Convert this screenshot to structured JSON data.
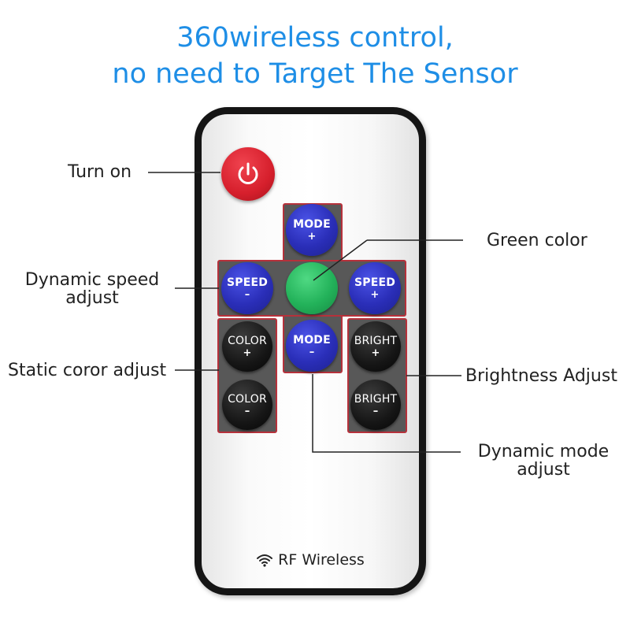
{
  "headline": {
    "line1": "360wireless control,",
    "line2": "no need to Target The Sensor"
  },
  "callouts": {
    "turn_on": "Turn on",
    "green_color": "Green color",
    "dynamic_speed_line1": "Dynamic speed",
    "dynamic_speed_line2": "adjust",
    "static_color": "Static coror adjust",
    "brightness": "Brightness Adjust",
    "dynamic_mode_line1": "Dynamic mode",
    "dynamic_mode_line2": "adjust"
  },
  "buttons": {
    "mode_plus": {
      "label": "MODE",
      "symbol": "+"
    },
    "mode_minus": {
      "label": "MODE",
      "symbol": "–"
    },
    "speed_minus": {
      "label": "SPEED",
      "symbol": "–"
    },
    "speed_plus": {
      "label": "SPEED",
      "symbol": "+"
    },
    "color_plus": {
      "label": "COLOR",
      "symbol": "+"
    },
    "color_minus": {
      "label": "COLOR",
      "symbol": "–"
    },
    "bright_plus": {
      "label": "BRIGHT",
      "symbol": "+"
    },
    "bright_minus": {
      "label": "BRIGHT",
      "symbol": "–"
    }
  },
  "footer": {
    "label": "RF Wireless",
    "icon": "wifi-icon"
  },
  "colors": {
    "headline": "#1e8ee6",
    "power": "#d61f2c",
    "blue_button": "#2a2eb8",
    "green_button": "#23b25a",
    "panel": "#585858",
    "panel_border": "#b6313b"
  }
}
